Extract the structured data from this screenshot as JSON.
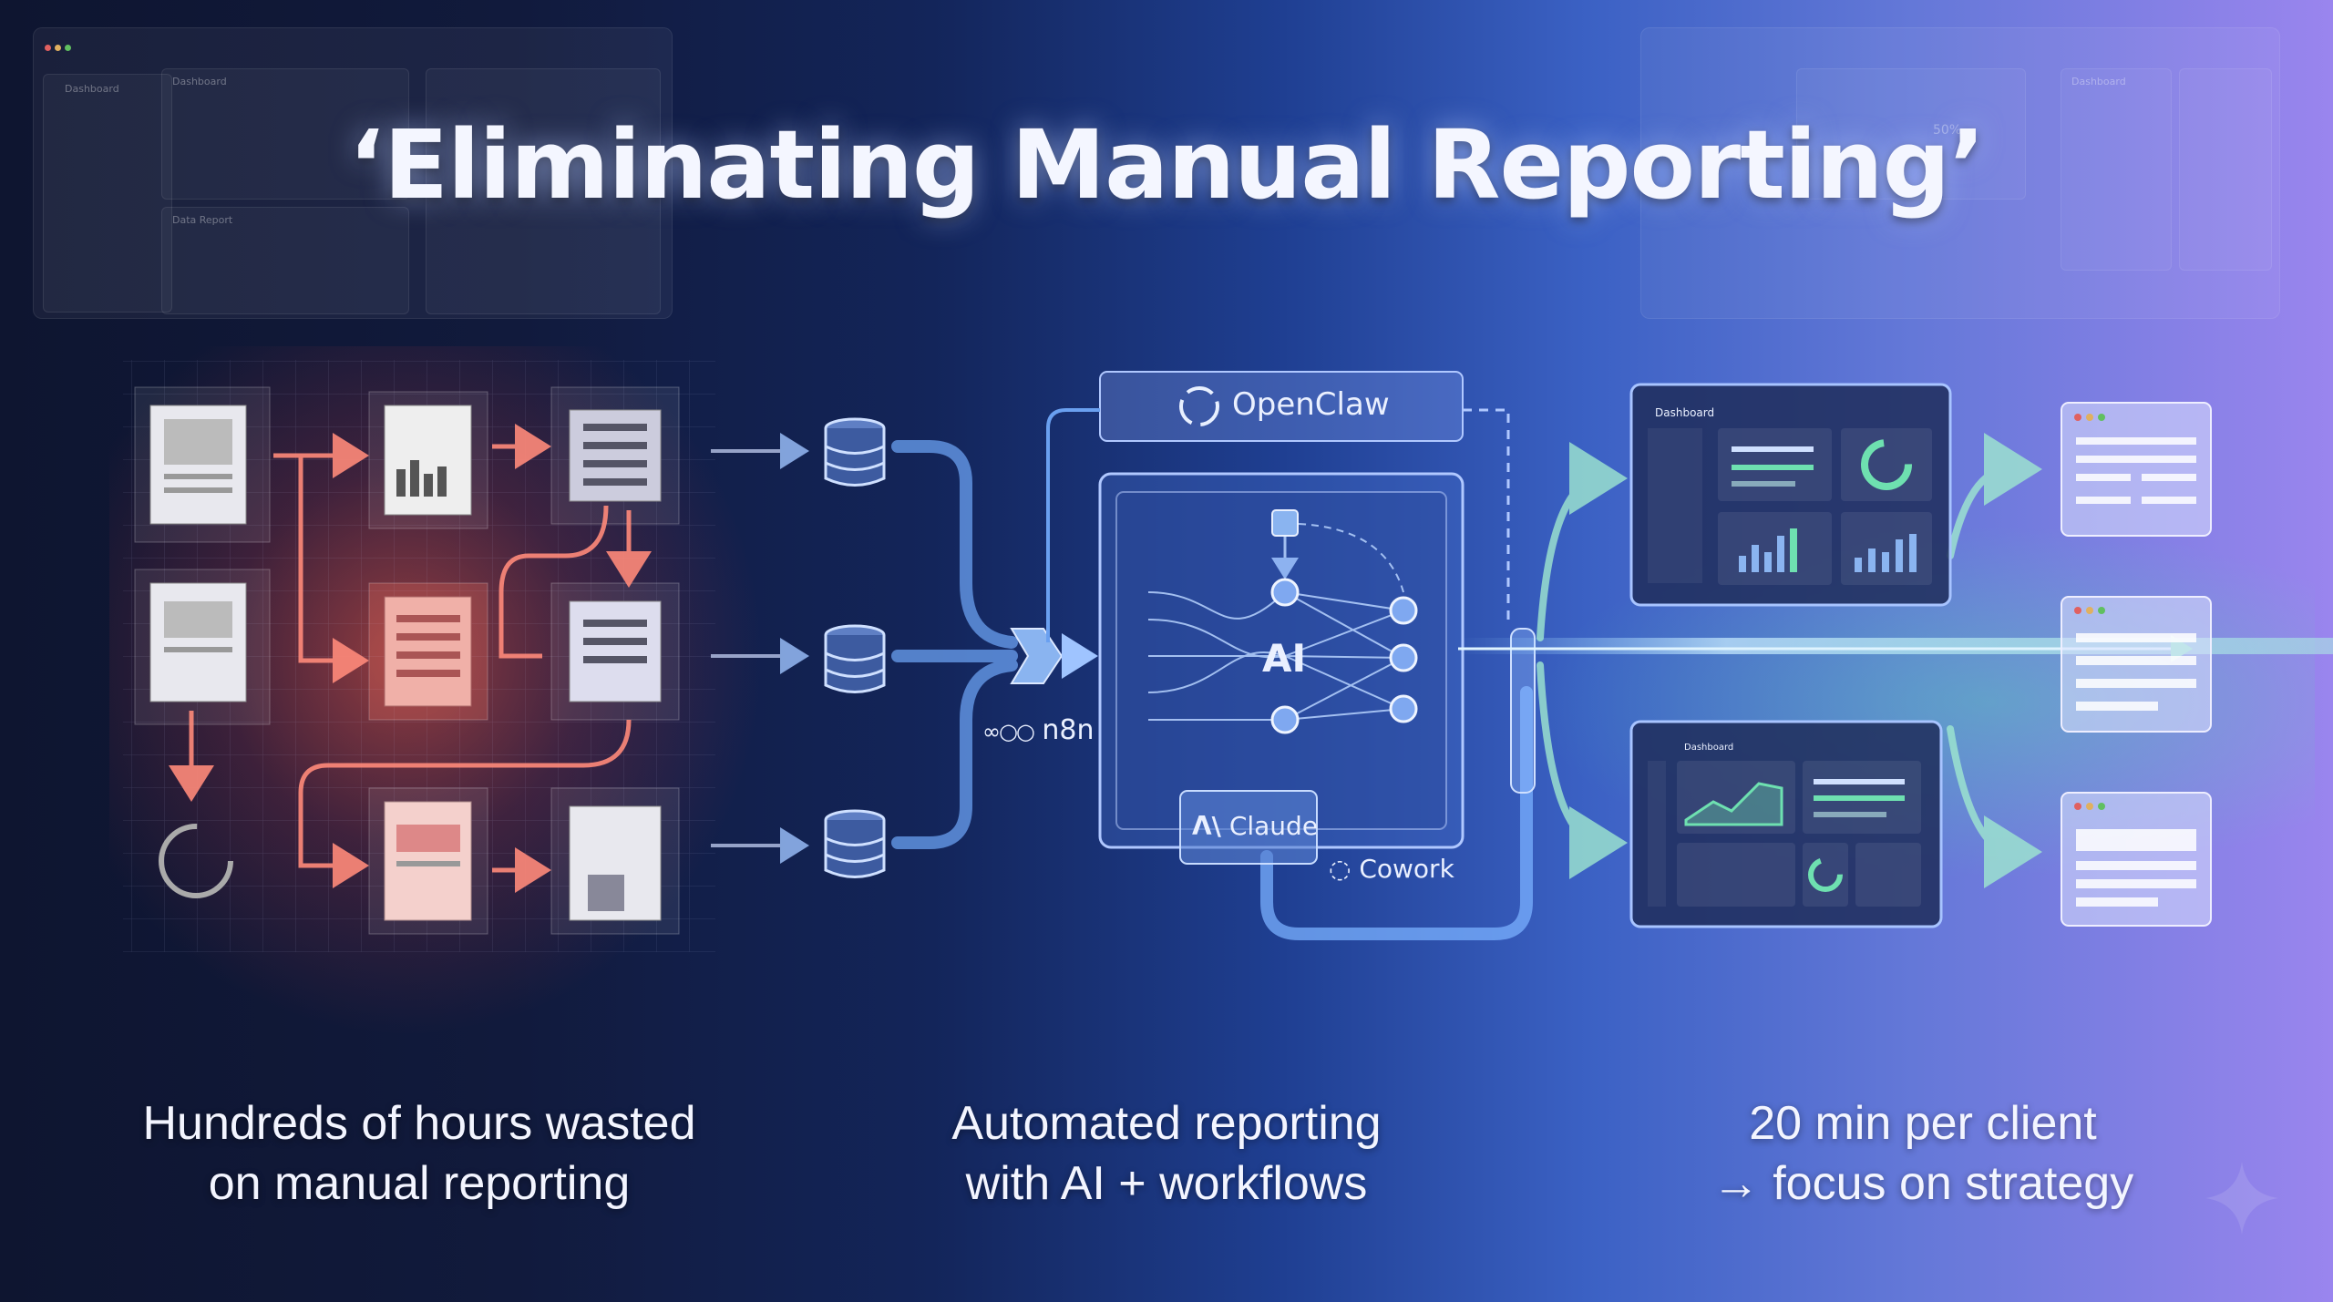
{
  "title": "‘Eliminating Manual Reporting’",
  "captions": {
    "left": [
      "Hundreds of hours wasted",
      "on manual reporting"
    ],
    "middle": [
      "Automated reporting",
      "with AI + workflows"
    ],
    "right": [
      "20 min per client",
      "→ focus on strategy"
    ]
  },
  "tools": {
    "openclaw": "OpenClaw",
    "ai": "AI",
    "n8n": "n8n",
    "claude": "Claude",
    "cowork": "Cowork"
  },
  "dashboards": {
    "top": "Dashboard",
    "bottom": "Dashboard"
  },
  "background_panels": {
    "left_dashboard": "Dashboard",
    "left_report": "Data Report",
    "left_sidebar_item": "Dashboard",
    "right_dashboard": "Dashboard",
    "right_percent": "50%"
  },
  "colors": {
    "accent_blue": "#7fb0ff",
    "accent_red": "#ff7a6a",
    "accent_green": "#6ee0b0",
    "accent_purple": "#9a85ee"
  },
  "icons": [
    "document-icon",
    "database-icon",
    "openclaw-logo-icon",
    "n8n-logo-icon",
    "claude-logo-icon",
    "cowork-logo-icon",
    "neural-network-icon",
    "dashboard-icon",
    "report-card-icon"
  ]
}
